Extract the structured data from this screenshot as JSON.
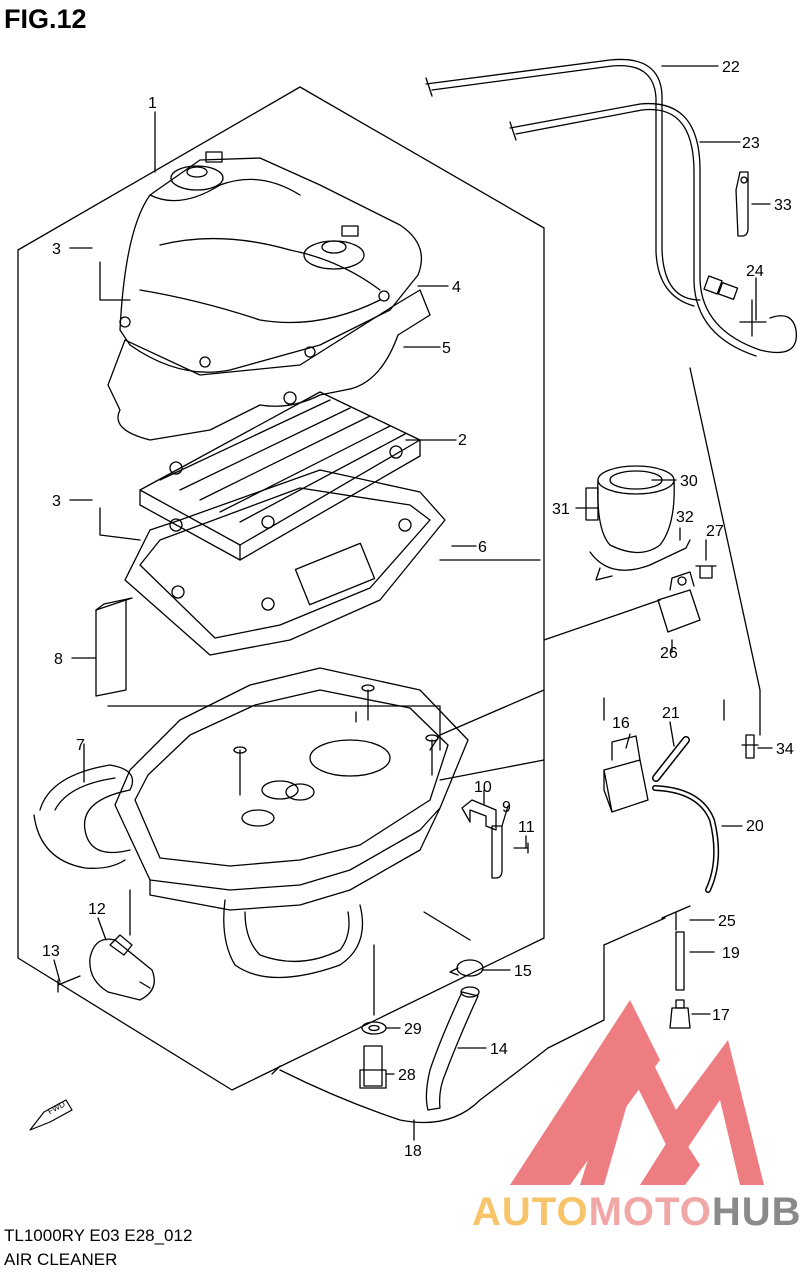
{
  "figure_title": "FIG.12",
  "footer": {
    "model_code": "TL1000RY E03 E28_012",
    "section_name": "AIR CLEANER"
  },
  "watermark": {
    "auto": "AUTO",
    "moto": "MOTO",
    "hub": "HUB"
  },
  "fwd_label": "FWD",
  "callouts": [
    "1",
    "2",
    "3",
    "3",
    "4",
    "5",
    "6",
    "7",
    "8",
    "9",
    "10",
    "11",
    "12",
    "13",
    "14",
    "15",
    "16",
    "17",
    "18",
    "19",
    "20",
    "21",
    "22",
    "23",
    "24",
    "25",
    "26",
    "27",
    "28",
    "29",
    "30",
    "31",
    "32",
    "33",
    "34"
  ],
  "colors": {
    "line": "#000000",
    "watermark_red": "#e8474c",
    "watermark_yellow": "#f7c46a",
    "watermark_grey": "#8a8a8a"
  }
}
